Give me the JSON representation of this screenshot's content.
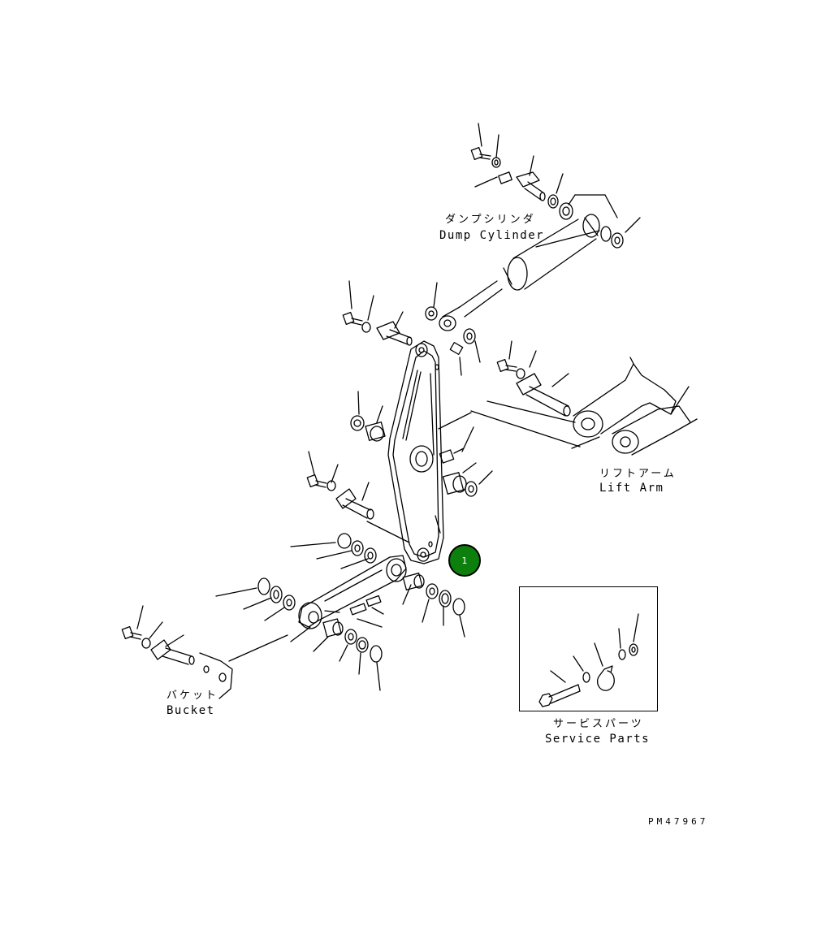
{
  "diagram": {
    "labels": {
      "dump_cylinder_jp": "ダンプシリンダ",
      "dump_cylinder_en": "Dump Cylinder",
      "lift_arm_jp": "リフトアーム",
      "lift_arm_en": "Lift Arm",
      "bucket_jp": "バケット",
      "bucket_en": "Bucket",
      "service_parts_jp": "サービスパーツ",
      "service_parts_en": "Service Parts"
    },
    "drawing_code": "PM47967",
    "callout": {
      "number": "1",
      "color": "#0d7f0d"
    },
    "line_color": "#000000",
    "background": "#ffffff"
  }
}
